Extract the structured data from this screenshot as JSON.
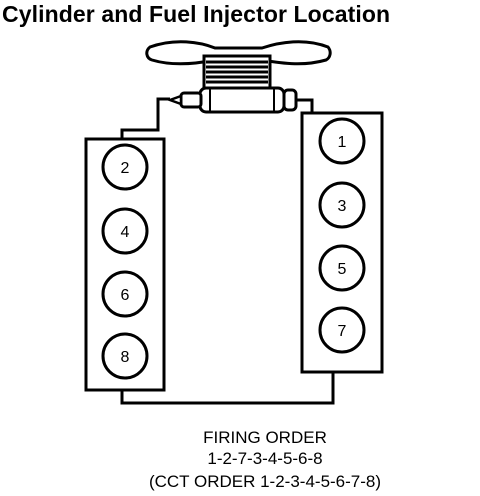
{
  "title": "Cylinder and Fuel Injector Location",
  "cylinders": {
    "left_bank": [
      "2",
      "4",
      "6",
      "8"
    ],
    "right_bank": [
      "1",
      "3",
      "5",
      "7"
    ]
  },
  "caption": {
    "line1": "FIRING ORDER",
    "line2": "1-2-7-3-4-5-6-8",
    "line3": "(CCT ORDER 1-2-3-4-5-6-7-8)"
  }
}
